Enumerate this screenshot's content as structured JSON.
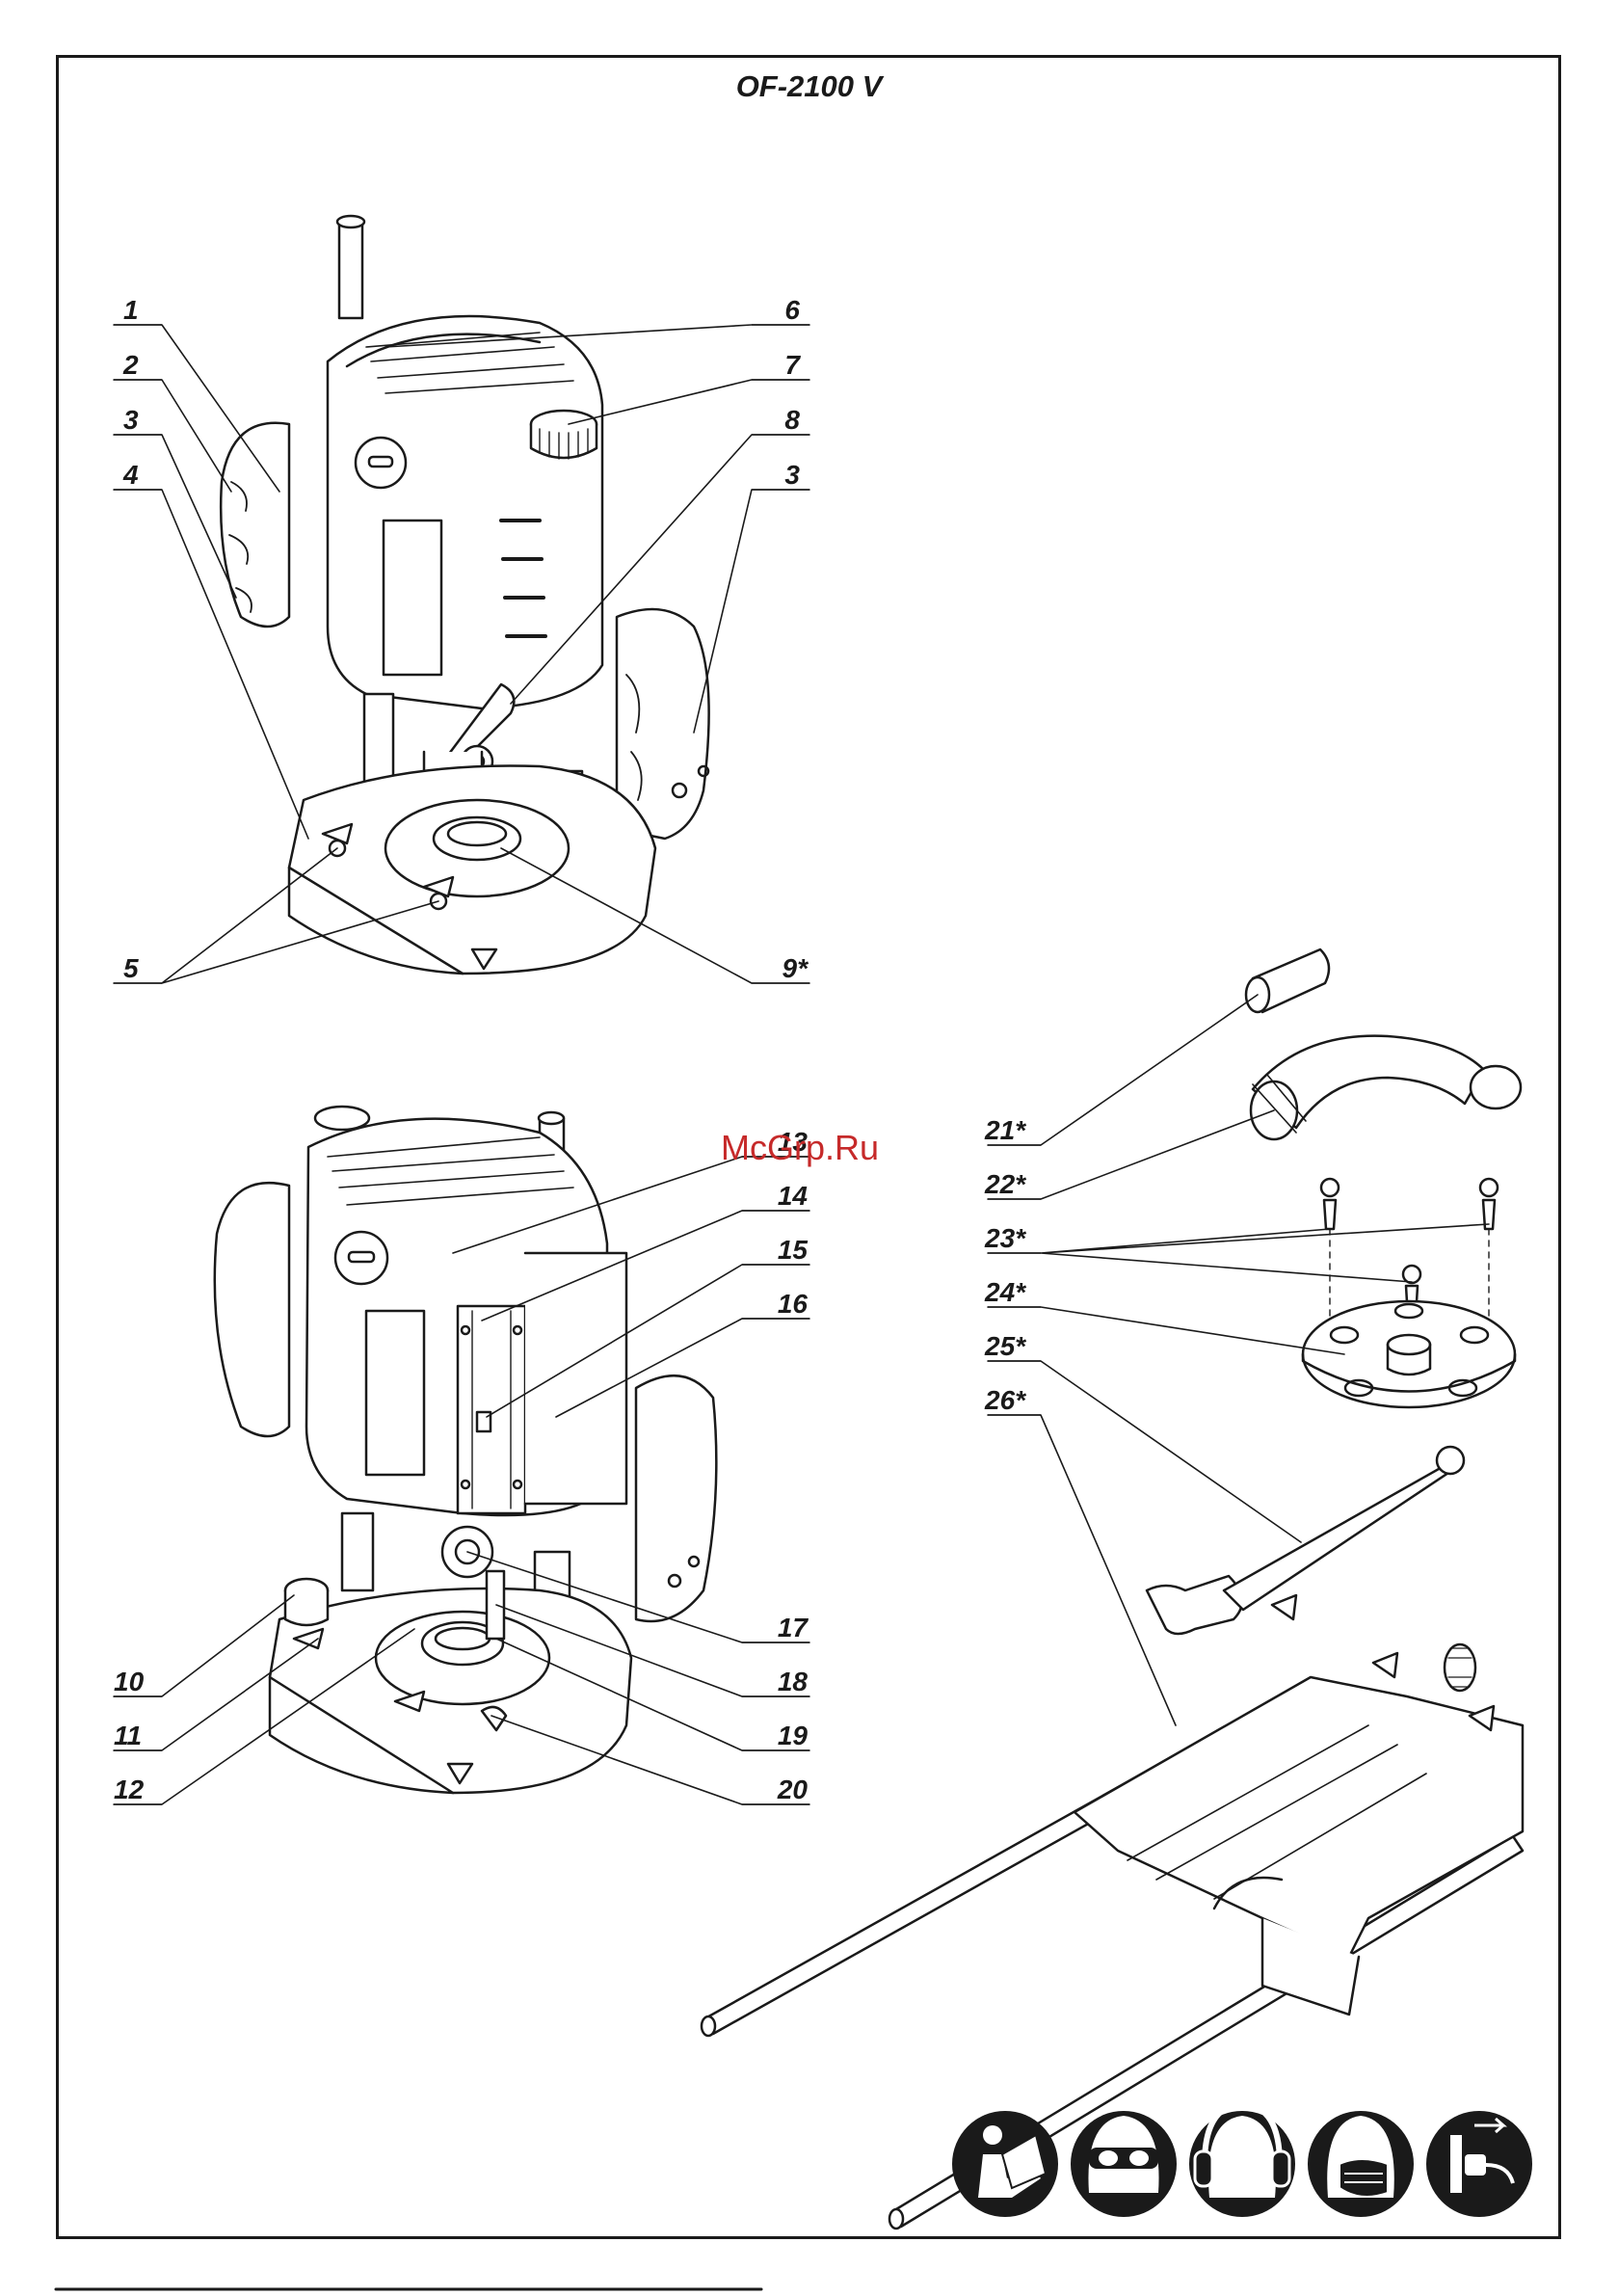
{
  "title": "OF-2100 V",
  "watermark": "McGrp.Ru",
  "labels_top_left": [
    "1",
    "2",
    "3",
    "4",
    "5"
  ],
  "labels_top_right": [
    "6",
    "7",
    "8",
    "3",
    "9*"
  ],
  "labels_bottom_left": [
    "10",
    "11",
    "12"
  ],
  "labels_bottom_right": [
    "13",
    "14",
    "15",
    "16",
    "17",
    "18",
    "19",
    "20"
  ],
  "labels_accessories": [
    "21*",
    "22*",
    "23*",
    "24*",
    "25*",
    "26*"
  ],
  "safety_icons": [
    "read-manual-icon",
    "eye-protection-icon",
    "ear-protection-icon",
    "dust-mask-icon",
    "unplug-icon"
  ],
  "colors": {
    "ink": "#1a1a1a",
    "watermark": "#c62a2a",
    "paper": "#ffffff"
  }
}
